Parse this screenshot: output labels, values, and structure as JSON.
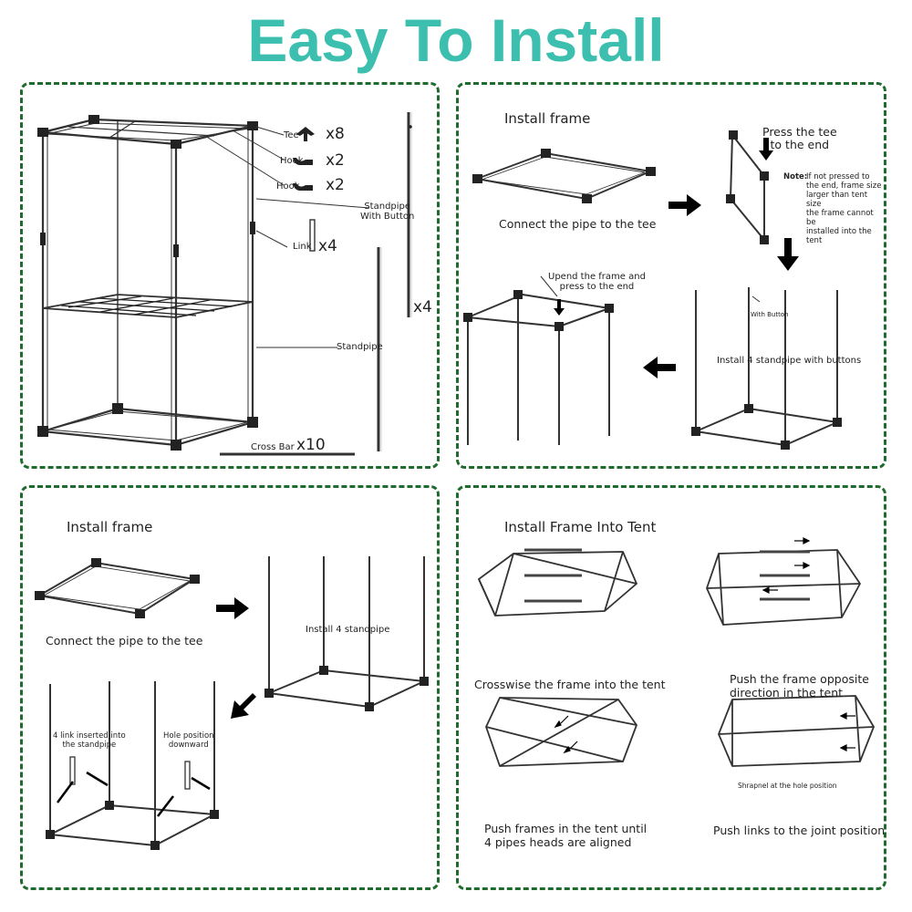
{
  "title": "Easy To Install",
  "panel1": {
    "tee_label": "Tee",
    "tee_qty": "x8",
    "hook1_label": "Hook",
    "hook1_qty": "x2",
    "hook2_label": "Hook",
    "hook2_qty": "x2",
    "standpipe_button_label": "Standpipe\nWith Button",
    "standpipe_button_qty": "x4",
    "link_label": "Link",
    "link_qty": "x4",
    "standpipe_label": "Standpipe",
    "crossbar_label": "Cross Bar",
    "crossbar_qty": "x10"
  },
  "panel2": {
    "heading": "Install frame",
    "connect_caption": "Connect the pipe to the tee",
    "press_caption": "Press the tee\nto the end",
    "note_label": "Note:",
    "note_text": "If not pressed to\nthe end, frame size\nlarger than tent size\nthe frame cannot be\ninstalled into the tent",
    "with_button": "With Button",
    "install_caption": "Install 4 standpipe with buttons",
    "upend_caption": "Upend the frame and\npress to the end"
  },
  "panel3": {
    "heading": "Install frame",
    "connect_caption": "Connect the pipe to the tee",
    "install_caption": "Install 4 standpipe",
    "link_caption": "4 link inserted into\nthe standpipe",
    "hole_caption": "Hole position\ndownward"
  },
  "panel4": {
    "heading": "Install Frame Into Tent",
    "caption1": "Crosswise the frame into the tent",
    "caption2": "Push the frame opposite\ndirection in the tent",
    "caption3": "Push frames in the tent until\n4 pipes heads are aligned",
    "caption4": "Push links to the joint position",
    "shrapnel_label": "Shrapnel at the hole position"
  },
  "colors": {
    "title": "#3cbfae",
    "border": "#1f6b2e",
    "frame": "#333333",
    "arrow": "#000000"
  }
}
